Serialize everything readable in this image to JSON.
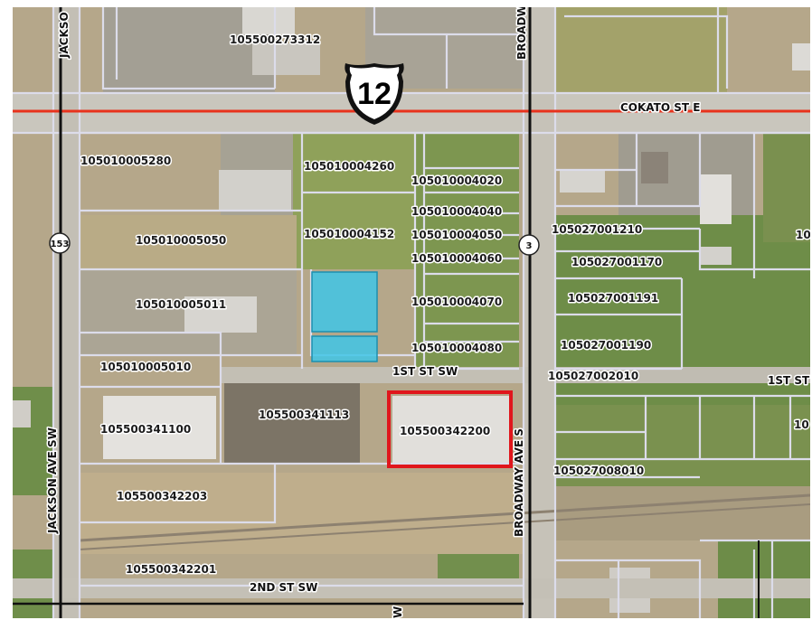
{
  "map": {
    "highway_shield": "12",
    "route_markers": [
      "153",
      "3"
    ],
    "streets": {
      "cokato": "COKATO ST E",
      "first_sw": "1ST ST SW",
      "first_right": "1ST ST",
      "second_sw": "2ND ST SW",
      "broadway_top": "BROADW",
      "broadway_s": "BROADWAY AVE S",
      "jackson_top": "JACKSO",
      "jackson_sw": "JACKSON AVE SW",
      "bottom_fragment": "W"
    },
    "parcels": [
      "105500273312",
      "105010005280",
      "105010004260",
      "105010004020",
      "105010004040",
      "105010004050",
      "105010004060",
      "105010004152",
      "105010005050",
      "105010005011",
      "105010004070",
      "105010004080",
      "105010005010",
      "105500341100",
      "105500341113",
      "105500342200",
      "105500342203",
      "105500342201",
      "105027001210",
      "105027001170",
      "105027001191",
      "105027001190",
      "105027002010",
      "105027008010",
      "10",
      "10"
    ],
    "selected_parcel": "105500342200",
    "colors": {
      "imagery_base": "#b8aa8a",
      "highway_line": "#e8321c",
      "highlight_cyan": "#3fc6e6",
      "selection_outline": "#e0161c",
      "parcel_line": "#dcdcea"
    },
    "icons": [
      "us-highway-shield-icon",
      "route-marker-icon"
    ]
  }
}
